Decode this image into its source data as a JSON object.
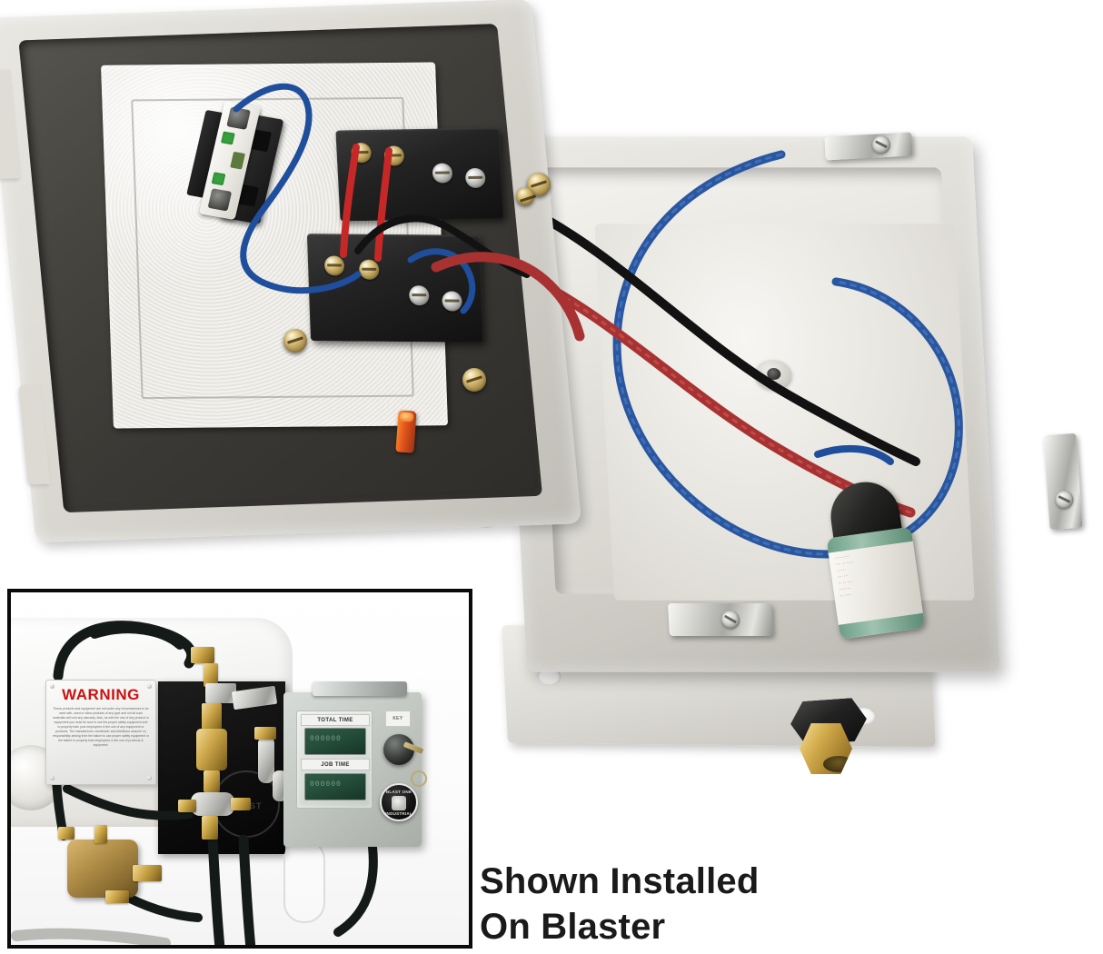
{
  "caption": {
    "line1": "Shown Installed",
    "line2": "On Blaster"
  },
  "main_photo": {
    "subject": "electrical control enclosure, lid open",
    "lid": {
      "label": "enclosure lid",
      "backplate_label": "white textured mounting backplate"
    },
    "components": {
      "breaker_label": "DIN-rail circuit breaker",
      "terminal_block_upper_label": "terminal block upper",
      "terminal_block_lower_label": "terminal block lower",
      "indicator_label": "orange indicator lamp",
      "transformer_label": "transformer / coil assembly",
      "grommet_label": "cable entry grommet",
      "brass_fitting_label": "brass bulkhead fitting",
      "latch_label": "stainless steel latch",
      "hinge_label": "piano hinge",
      "flange_label": "mounting flange"
    },
    "wires": [
      {
        "name": "blue-control-wire",
        "color": "#1f4e9c"
      },
      {
        "name": "red-power-wire",
        "color": "#b02a2a"
      },
      {
        "name": "black-power-wire",
        "color": "#121212"
      },
      {
        "name": "red-terminal-jumper",
        "color": "#c62828"
      }
    ],
    "colors": {
      "enclosure_body": "#dedcd6",
      "lid_recess": "#3a3834",
      "backplate": "#eceae4",
      "brass": "#cfa94c",
      "stainless": "#c8c8c4",
      "transformer_band": "#6e9f86"
    }
  },
  "inset_photo": {
    "subject": "control box shown installed on blaster",
    "warning_placard": {
      "title": "WARNING",
      "body": "These products and equipment are not under any circumstances to be used with, used or silica products of any type and not all such materials will void any warranty. Also, as with the use of any product or equipment you must be sure to use the proper safety equipment and to properly train your employees in the use of any equipment or products. The manufacturer, wholesaler and distributor assume no responsibility arising from the failure to use proper safety equipment or the failure to properly train employees in the use of products & equipment."
    },
    "control_box": {
      "total_time_label": "TOTAL TIME",
      "job_time_label": "JOB TIME",
      "key_label": "KEY",
      "total_time_value": "000000",
      "job_time_value": "000000",
      "badge_line1": "BLAST ONE",
      "badge_line2": "INDUSTRIAL"
    },
    "parts": {
      "tank_label": "blaster tank",
      "black_board_label": "black mounting board",
      "bronze_valve_label": "bronze valve body",
      "hose_label": "black pneumatic hose",
      "brass_fitting_label": "brass fitting",
      "key_switch_label": "key switch",
      "coil_label": "coiled tubing"
    }
  }
}
